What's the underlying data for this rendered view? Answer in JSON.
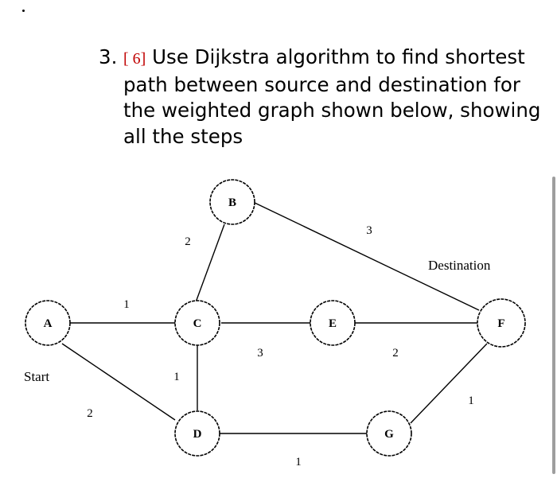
{
  "question": {
    "number": "3.",
    "marks": "[ 6]",
    "text": "Use Dijkstra  algorithm to find shortest path between source and destination for the weighted graph shown below, showing all the steps"
  },
  "graph": {
    "nodes": [
      {
        "id": "A",
        "label": "A"
      },
      {
        "id": "B",
        "label": "B"
      },
      {
        "id": "C",
        "label": "C"
      },
      {
        "id": "D",
        "label": "D"
      },
      {
        "id": "E",
        "label": "E"
      },
      {
        "id": "F",
        "label": "F"
      },
      {
        "id": "G",
        "label": "G"
      }
    ],
    "edges": [
      {
        "from": "A",
        "to": "C",
        "weight": "1"
      },
      {
        "from": "A",
        "to": "D",
        "weight": "2"
      },
      {
        "from": "C",
        "to": "B",
        "weight": "2"
      },
      {
        "from": "B",
        "to": "F",
        "weight": "3"
      },
      {
        "from": "C",
        "to": "E",
        "weight": "3"
      },
      {
        "from": "C",
        "to": "D",
        "weight": "1"
      },
      {
        "from": "E",
        "to": "F",
        "weight": "2"
      },
      {
        "from": "D",
        "to": "G",
        "weight": "1"
      },
      {
        "from": "G",
        "to": "F",
        "weight": "1"
      }
    ],
    "start_label": "Start",
    "destination_label": "Destination"
  }
}
